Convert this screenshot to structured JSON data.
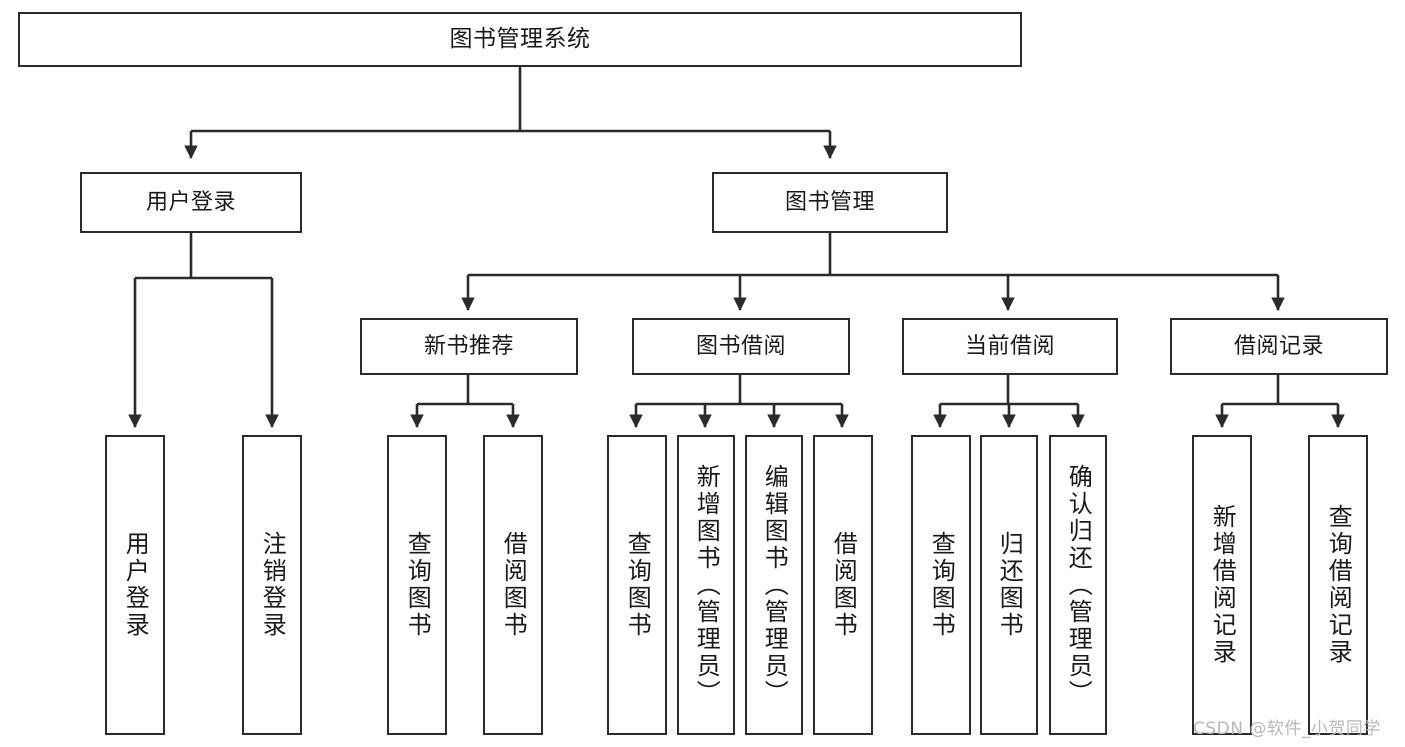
{
  "diagram": {
    "title": "图书管理系统",
    "watermark": "CSDN @软件_小贺同学",
    "colors": {
      "background": "#ffffff",
      "stroke": "#2b2b2b",
      "text": "#1a1a1a",
      "watermark": "#b9b9b9"
    },
    "root": {
      "label": "图书管理系统"
    },
    "level2": [
      {
        "label": "用户登录"
      },
      {
        "label": "图书管理"
      }
    ],
    "level3": [
      {
        "label": "新书推荐"
      },
      {
        "label": "图书借阅"
      },
      {
        "label": "当前借阅"
      },
      {
        "label": "借阅记录"
      }
    ],
    "leaves": {
      "user_login": [
        {
          "label": "用户登录"
        },
        {
          "label": "注销登录"
        }
      ],
      "new_book": [
        {
          "label": "查询图书"
        },
        {
          "label": "借阅图书"
        }
      ],
      "book_borrow": [
        {
          "label": "查询图书"
        },
        {
          "label": "新增图书（管理员）"
        },
        {
          "label": "编辑图书（管理员）"
        },
        {
          "label": "借阅图书"
        }
      ],
      "current_borrow": [
        {
          "label": "查询图书"
        },
        {
          "label": "归还图书"
        },
        {
          "label": "确认归还（管理员）"
        }
      ],
      "borrow_record": [
        {
          "label": "新增借阅记录"
        },
        {
          "label": "查询借阅记录"
        }
      ]
    }
  }
}
